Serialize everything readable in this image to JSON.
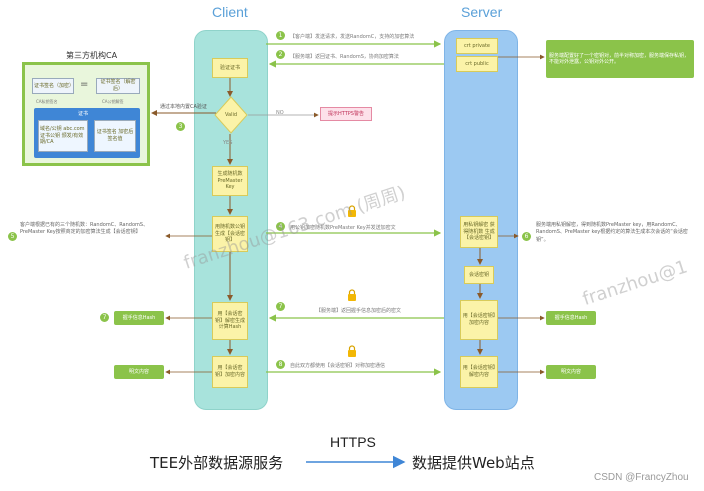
{
  "columns": {
    "client_title": "Client",
    "server_title": "Server"
  },
  "ca": {
    "title": "第三方机构CA",
    "left_top": "证书签名（加密）",
    "equals": "=",
    "right_top": "证书签名（解密后）",
    "sub_left": "CA私钥签名",
    "sub_right": "CA公钥解签",
    "cert_label": "证书",
    "cert_body": "域名/公钥 abc.com证书公钥 颁发/有效期/CA",
    "cert_side": "证书签名 加密后签名值",
    "verify_label": "通过本地内置CA验证"
  },
  "client_flow": {
    "verify_cert": "验证证书",
    "valid": "Valid",
    "yes": "YES",
    "no": "NO",
    "https_warning": "提示HTTPS警告",
    "gen_random": "生成随机数 PreMaster Key",
    "gen_session_key": "用随机数公钥 生成【会话密钥】",
    "decrypt_hash": "用【会话密钥】解密生成 计算Hash",
    "encrypt_content": "用【会话密钥】加密内容"
  },
  "server_flow": {
    "crt_private": "crt private",
    "crt_public": "crt public",
    "decrypt_random": "用私钥解密 获得随机数 生成【会话密钥】",
    "session_key": "会话密钥",
    "encrypt_hash": "用【会话密钥】加密内容",
    "decrypt_content": "用【会话密钥】解密内容"
  },
  "messages": {
    "m1": "【客户端】发送请求，发送RandomC，支持的加密算法",
    "m2": "【服务端】返回证书、RandomS，协商加密算法",
    "m3": "用公钥加密随机数PreMaster Key并发送加密文",
    "m4": "【服务端】返回握手信息加密后的密文",
    "m5": "自此双方都使用【会话密钥】对称加密通信"
  },
  "steps": {
    "s1": "1",
    "s2": "2",
    "s3": "3",
    "s4": "4",
    "s5": "5",
    "s6": "6",
    "s7": "7",
    "s8": "8"
  },
  "notes": {
    "server_key": "服务端配置好了一个密钥对，前半对称加密，服务端保存私钥，不能对外泄露，公钥对外公开。",
    "client_keys": "客户端根据已有的三个随机数：RandomC、RandomS、PreMaster Key按照商定的加密算法生成【会话密钥】",
    "server_keys": "服务端用私钥解密，得到随机数PreMaster key，用RandomC、RandomS、PreMaster key根据约定的算法生成本次会话的“会话密钥”。"
  },
  "side_boxes": {
    "client_hash": "握手信息Hash",
    "server_hash": "握手信息Hash",
    "client_plain": "明文内容",
    "server_plain": "明文内容"
  },
  "watermark": {
    "line1": "franzhou@163.com (周周)",
    "line2": "franzhou@1"
  },
  "bottom": {
    "left": "TEE外部数据源服务",
    "protocol": "HTTPS",
    "right": "数据提供Web站点"
  },
  "csdn": "CSDN @FrancyZhou",
  "colors": {
    "accent_green": "#8bc34a",
    "client_lane": "#a8e3dc",
    "server_lane": "#9cc9f2",
    "box_yellow": "#fbf3a8",
    "arrow_blue": "#3f86d6"
  }
}
